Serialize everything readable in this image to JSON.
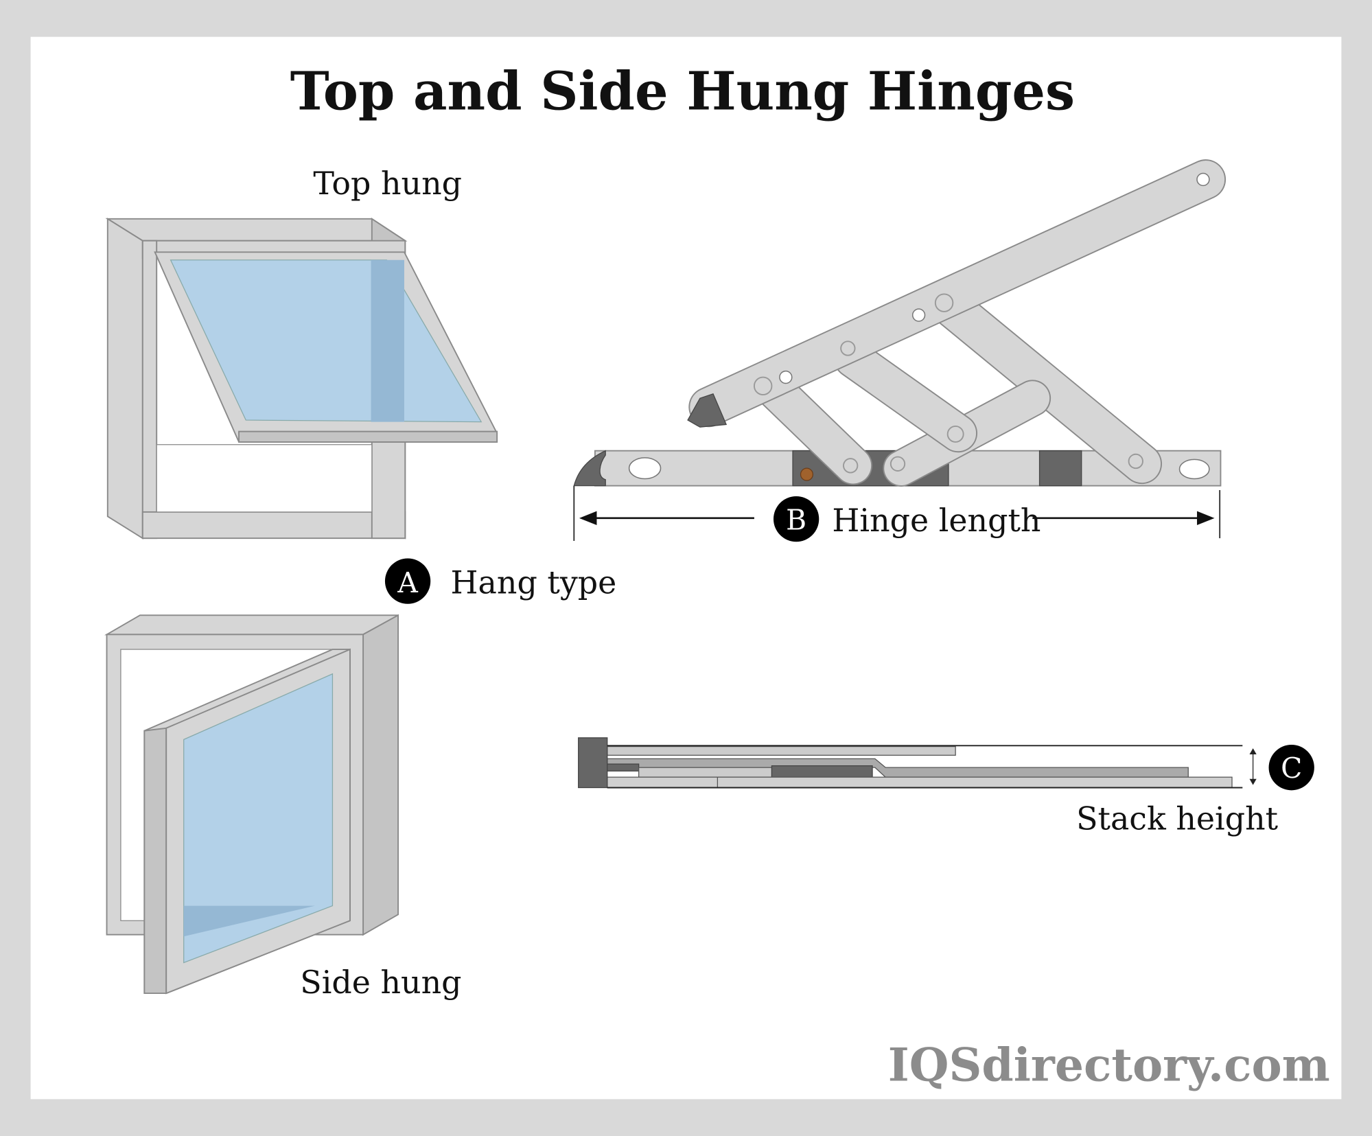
{
  "title": "Top and Side Hung Hinges",
  "labels": {
    "top_hung": "Top hung",
    "side_hung": "Side hung",
    "hang_type": "Hang type",
    "hinge_length": "Hinge length",
    "stack_height": "Stack height"
  },
  "markers": {
    "a": "A",
    "b": "B",
    "c": "C"
  },
  "watermark": "IQSdirectory.com",
  "colors": {
    "glass": "#b3d1e8",
    "metal": "#d6d6d6",
    "dark_metal": "#666666",
    "border": "#d9d9d9"
  }
}
